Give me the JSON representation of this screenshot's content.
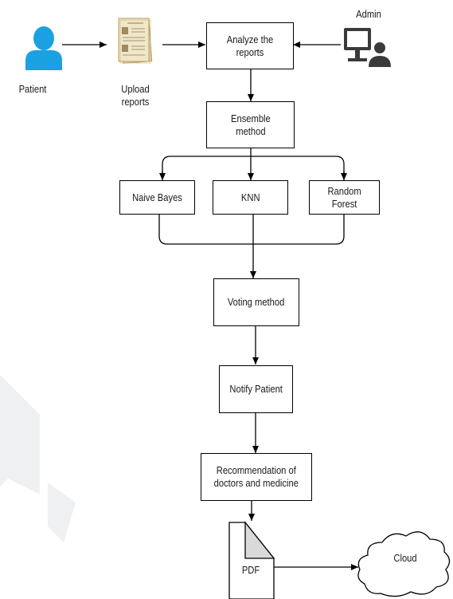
{
  "nodes": {
    "patient": "Patient",
    "upload_reports": "Upload\nreports",
    "admin": "Admin",
    "analyze": "Analyze the\nreports",
    "ensemble": "Ensemble\nmethod",
    "naive_bayes": "Naive Bayes",
    "knn": "KNN",
    "random_forest": "Random\nForest",
    "voting": "Voting method",
    "notify": "Notify Patient",
    "recommendation": "Recommendation of\ndoctors and medicine",
    "pdf": "PDF",
    "cloud": "Cloud"
  },
  "icons": {
    "patient": "person-icon",
    "upload": "document-stack-icon",
    "admin": "computer-user-icon",
    "pdf": "document-icon",
    "cloud": "cloud-icon"
  },
  "colors": {
    "person_fill": "#1ba1e2",
    "admin_fill": "#3a3a3a",
    "stroke": "#000000",
    "pdf_fold": "#d9d9d9"
  }
}
